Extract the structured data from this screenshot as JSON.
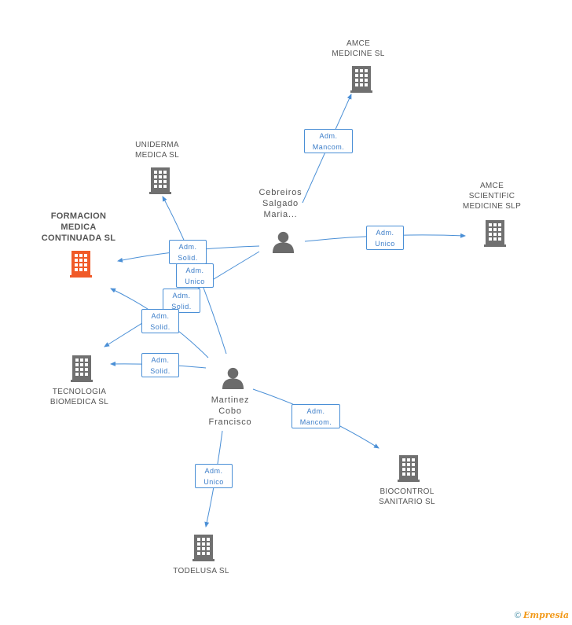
{
  "nodes": {
    "amce_medicine": {
      "lines": [
        "AMCE",
        "MEDICINE SL"
      ]
    },
    "uniderma": {
      "lines": [
        "UNIDERMA",
        "MEDICA SL"
      ]
    },
    "formacion": {
      "lines": [
        "FORMACION",
        "MEDICA",
        "CONTINUADA SL"
      ],
      "highlight_color": "#f05a28"
    },
    "amce_scientific": {
      "lines": [
        "AMCE",
        "SCIENTIFIC",
        "MEDICINE SLP"
      ]
    },
    "tecnologia": {
      "lines": [
        "TECNOLOGIA",
        "BIOMEDICA SL"
      ]
    },
    "biocontrol": {
      "lines": [
        "BIOCONTROL",
        "SANITARIO SL"
      ]
    },
    "todelusa": {
      "lines": [
        "TODELUSA SL"
      ]
    }
  },
  "persons": {
    "cebreiros": {
      "lines": [
        "Cebreiros",
        "Salgado",
        "Maria..."
      ]
    },
    "martinez": {
      "lines": [
        "Martinez",
        "Cobo",
        "Francisco"
      ]
    }
  },
  "edges": [
    {
      "id": "e1",
      "lines": [
        "Adm.",
        "Mancom."
      ]
    },
    {
      "id": "e2",
      "lines": [
        "Adm.",
        "Unico"
      ]
    },
    {
      "id": "e3",
      "lines": [
        "Adm.",
        "Solid."
      ]
    },
    {
      "id": "e4",
      "lines": [
        "Adm.",
        "Unico"
      ]
    },
    {
      "id": "e5",
      "lines": [
        "Adm.",
        "Solid."
      ]
    },
    {
      "id": "e6",
      "lines": [
        "Adm.",
        "Solid."
      ]
    },
    {
      "id": "e7",
      "lines": [
        "Adm.",
        "Solid."
      ]
    },
    {
      "id": "e8",
      "lines": [
        "Adm.",
        "Mancom."
      ]
    },
    {
      "id": "e9",
      "lines": [
        "Adm.",
        "Unico"
      ]
    }
  ],
  "colors": {
    "edge": "#4a8fd6",
    "company": "#707070",
    "company_highlight": "#f05a28",
    "person": "#6b6b6b"
  },
  "footer": {
    "copyright": "©",
    "brand": "Empresia"
  }
}
